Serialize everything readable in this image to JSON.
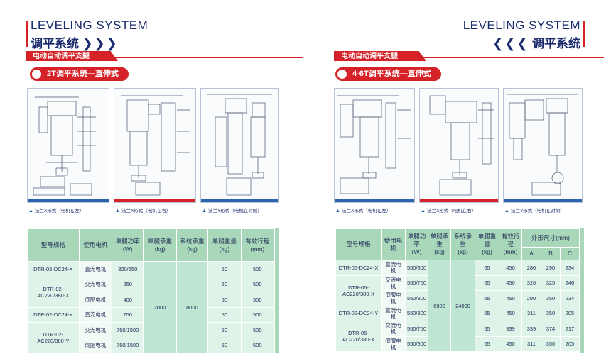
{
  "header": {
    "brand_en": "LEVELING SYSTEM",
    "brand_cn": "调平系统",
    "chevrons_right": "❯❯❯",
    "chevrons_left": "❮❮❮",
    "section": "电动自动调平支腿",
    "accent": "#d52228",
    "navy": "#1a2a6c"
  },
  "left": {
    "title": "2T调平系统—直伸式",
    "captions": [
      "法兰X形式（电机在左）",
      "法兰X形式（电机在右）",
      "法兰Y形式（电机在对侧）"
    ],
    "table": {
      "headers": [
        "型号规格",
        "使用电机",
        "单腿功率\n(W)",
        "单腿承重\n(kg)",
        "系统承重\n(kg)",
        "单腿重量\n(kg)",
        "有效行程\n(mm)"
      ],
      "rows": [
        {
          "model": "DTR-02-DC24-X",
          "motor": "直流电机",
          "power": "300/550",
          "weight": "50",
          "stroke": "500"
        },
        {
          "model": "DTR-02-\nAC220/380-X",
          "motor": "交流电机",
          "power": "250",
          "weight": "50",
          "stroke": "500"
        },
        {
          "model": "",
          "motor": "伺服电机",
          "power": "400",
          "weight": "50",
          "stroke": "500"
        },
        {
          "model": "DTR-02-DC24-Y",
          "motor": "直流电机",
          "power": "750",
          "weight": "50",
          "stroke": "500"
        },
        {
          "model": "DTR-02-\nAC220/380-Y",
          "motor": "交流电机",
          "power": "750/1500",
          "weight": "50",
          "stroke": "500"
        },
        {
          "model": "",
          "motor": "伺服电机",
          "power": "750/1500",
          "weight": "50",
          "stroke": "500"
        }
      ],
      "leg_load": "2000",
      "system_load": "8000"
    }
  },
  "right": {
    "title": "4-6T调平系统—直伸式",
    "captions": [
      "法兰X形式（电机在左）",
      "法兰X形式（电机在右）",
      "法兰Y形式（电机在对侧）"
    ],
    "table": {
      "headers": [
        "型号规格",
        "使用电机",
        "单腿功率\n(W)",
        "单腿承重\n(kg)",
        "系统承重\n(kg)",
        "单腿重量\n(kg)",
        "有效行程\n(mm)",
        "外形尺寸(mm)"
      ],
      "dim_headers": [
        "A",
        "B",
        "C"
      ],
      "rows": [
        {
          "model": "DTR-06-DC24-X",
          "motor": "直流电机",
          "power": "550/800",
          "weight": "65",
          "stroke": "450",
          "a": "280",
          "b": "290",
          "c": "234"
        },
        {
          "model": "DTR-06-\nAC220/380-X",
          "motor": "交流电机",
          "power": "550/750",
          "weight": "65",
          "stroke": "450",
          "a": "320",
          "b": "325",
          "c": "246"
        },
        {
          "model": "",
          "motor": "伺服电机",
          "power": "550/800",
          "weight": "65",
          "stroke": "450",
          "a": "280",
          "b": "350",
          "c": "234"
        },
        {
          "model": "DTR-02-DC24-Y",
          "motor": "直流电机",
          "power": "550/800",
          "weight": "65",
          "stroke": "450",
          "a": "311",
          "b": "350",
          "c": "205"
        },
        {
          "model": "DTR-06-\nAC220/380-X",
          "motor": "交流电机",
          "power": "550/750",
          "weight": "65",
          "stroke": "339",
          "a": "339",
          "b": "374",
          "c": "217"
        },
        {
          "model": "",
          "motor": "伺服电机",
          "power": "550/800",
          "weight": "65",
          "stroke": "450",
          "a": "311",
          "b": "350",
          "c": "205"
        }
      ],
      "leg_load": "6000",
      "system_load": "24000"
    }
  }
}
